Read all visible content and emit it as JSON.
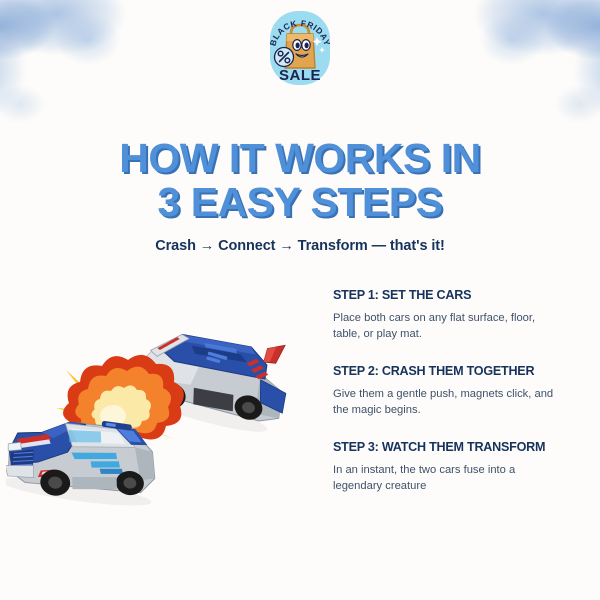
{
  "page": {
    "background_color": "#fdfcfa",
    "accent_blue": "#4f90d8",
    "shadow_blue": "#3871b4",
    "navy": "#17335c",
    "body_text_color": "#3e526b"
  },
  "badge": {
    "name": "black-friday-sale-badge",
    "arc_text": "BLACK FRIDAY",
    "bottom_text": "SALE",
    "percent_symbol": "%",
    "background_color": "#9bdcf0",
    "bag_color": "#e3a44f",
    "text_color": "#1b2450"
  },
  "headline": {
    "line1": "HOW IT WORKS IN",
    "line2": "3 EASY STEPS"
  },
  "subtitle": {
    "text": "Crash → Connect → Transform — that's it!"
  },
  "steps": [
    {
      "title": "STEP 1: SET THE CARS",
      "body": "Place both cars on any flat surface, floor, table, or play mat."
    },
    {
      "title": "STEP 2: CRASH THEM TOGETHER",
      "body": "Give them a gentle push, magnets click, and the magic begins."
    },
    {
      "title": "STEP 3: WATCH THEM TRANSFORM",
      "body": "In an instant, the two cars fuse into a legendary creature"
    }
  ],
  "illustration": {
    "name": "two-toy-cars-crashing",
    "front_car": "blue-silver-police-style-toy-car",
    "rear_car": "blue-silver-racer-toy-car",
    "effect": "orange-explosion-burst",
    "car_blue": "#2a4fa8",
    "car_silver": "#c6ccd2",
    "car_cyan": "#3fa9e0",
    "car_red": "#c9302c",
    "explosion_outer": "#d93b14",
    "explosion_mid": "#f4812b",
    "explosion_core": "#fbe9a8",
    "explosion_spike": "#f8c51c"
  }
}
